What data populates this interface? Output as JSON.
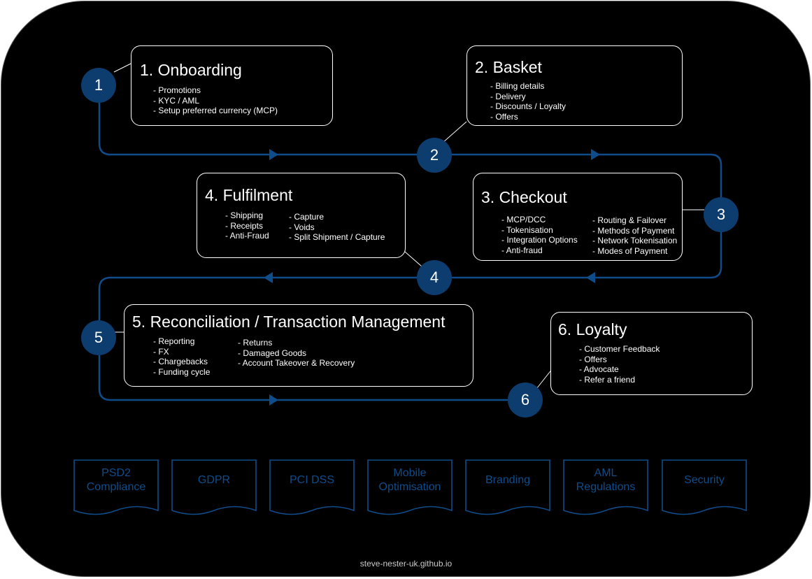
{
  "colors": {
    "background": "#000000",
    "accent": "#0d3c6e",
    "line": "#0f4c8a",
    "box_border": "#ffffff",
    "text": "#ffffff"
  },
  "steps": [
    {
      "number": "1",
      "title": "1. Onboarding",
      "items_a": [
        "- Promotions",
        "- KYC / AML",
        "- Setup preferred currency (MCP)"
      ]
    },
    {
      "number": "2",
      "title": "2. Basket",
      "items_a": [
        "- Billing details",
        "- Delivery",
        "- Discounts / Loyalty",
        "- Offers"
      ]
    },
    {
      "number": "3",
      "title": "3. Checkout",
      "items_a": [
        "- MCP/DCC",
        "- Tokenisation",
        "- Integration Options",
        "- Anti-fraud"
      ],
      "items_b": [
        "- Routing & Failover",
        "- Methods of Payment",
        "- Network Tokenisation",
        "- Modes of Payment"
      ]
    },
    {
      "number": "4",
      "title": "4. Fulfilment",
      "items_a": [
        "- Shipping",
        "- Receipts",
        "- Anti-Fraud"
      ],
      "items_b": [
        "- Capture",
        "- Voids",
        "- Split Shipment / Capture"
      ]
    },
    {
      "number": "5",
      "title": "5. Reconciliation / Transaction Management",
      "items_a": [
        "- Reporting",
        "- FX",
        "- Chargebacks",
        "- Funding cycle"
      ],
      "items_b": [
        "- Returns",
        "- Damaged Goods",
        "- Account Takeover & Recovery"
      ]
    },
    {
      "number": "6",
      "title": "6. Loyalty",
      "items_a": [
        "- Customer Feedback",
        "- Offers",
        "- Advocate",
        "- Refer a friend"
      ]
    }
  ],
  "tags": [
    {
      "line1": "PSD2",
      "line2": "Compliance"
    },
    {
      "line1": "GDPR",
      "line2": ""
    },
    {
      "line1": "PCI DSS",
      "line2": ""
    },
    {
      "line1": "Mobile",
      "line2": "Optimisation"
    },
    {
      "line1": "Branding",
      "line2": ""
    },
    {
      "line1": "AML",
      "line2": "Regulations"
    },
    {
      "line1": "Security",
      "line2": ""
    }
  ],
  "footer": "steve-nester-uk.github.io"
}
